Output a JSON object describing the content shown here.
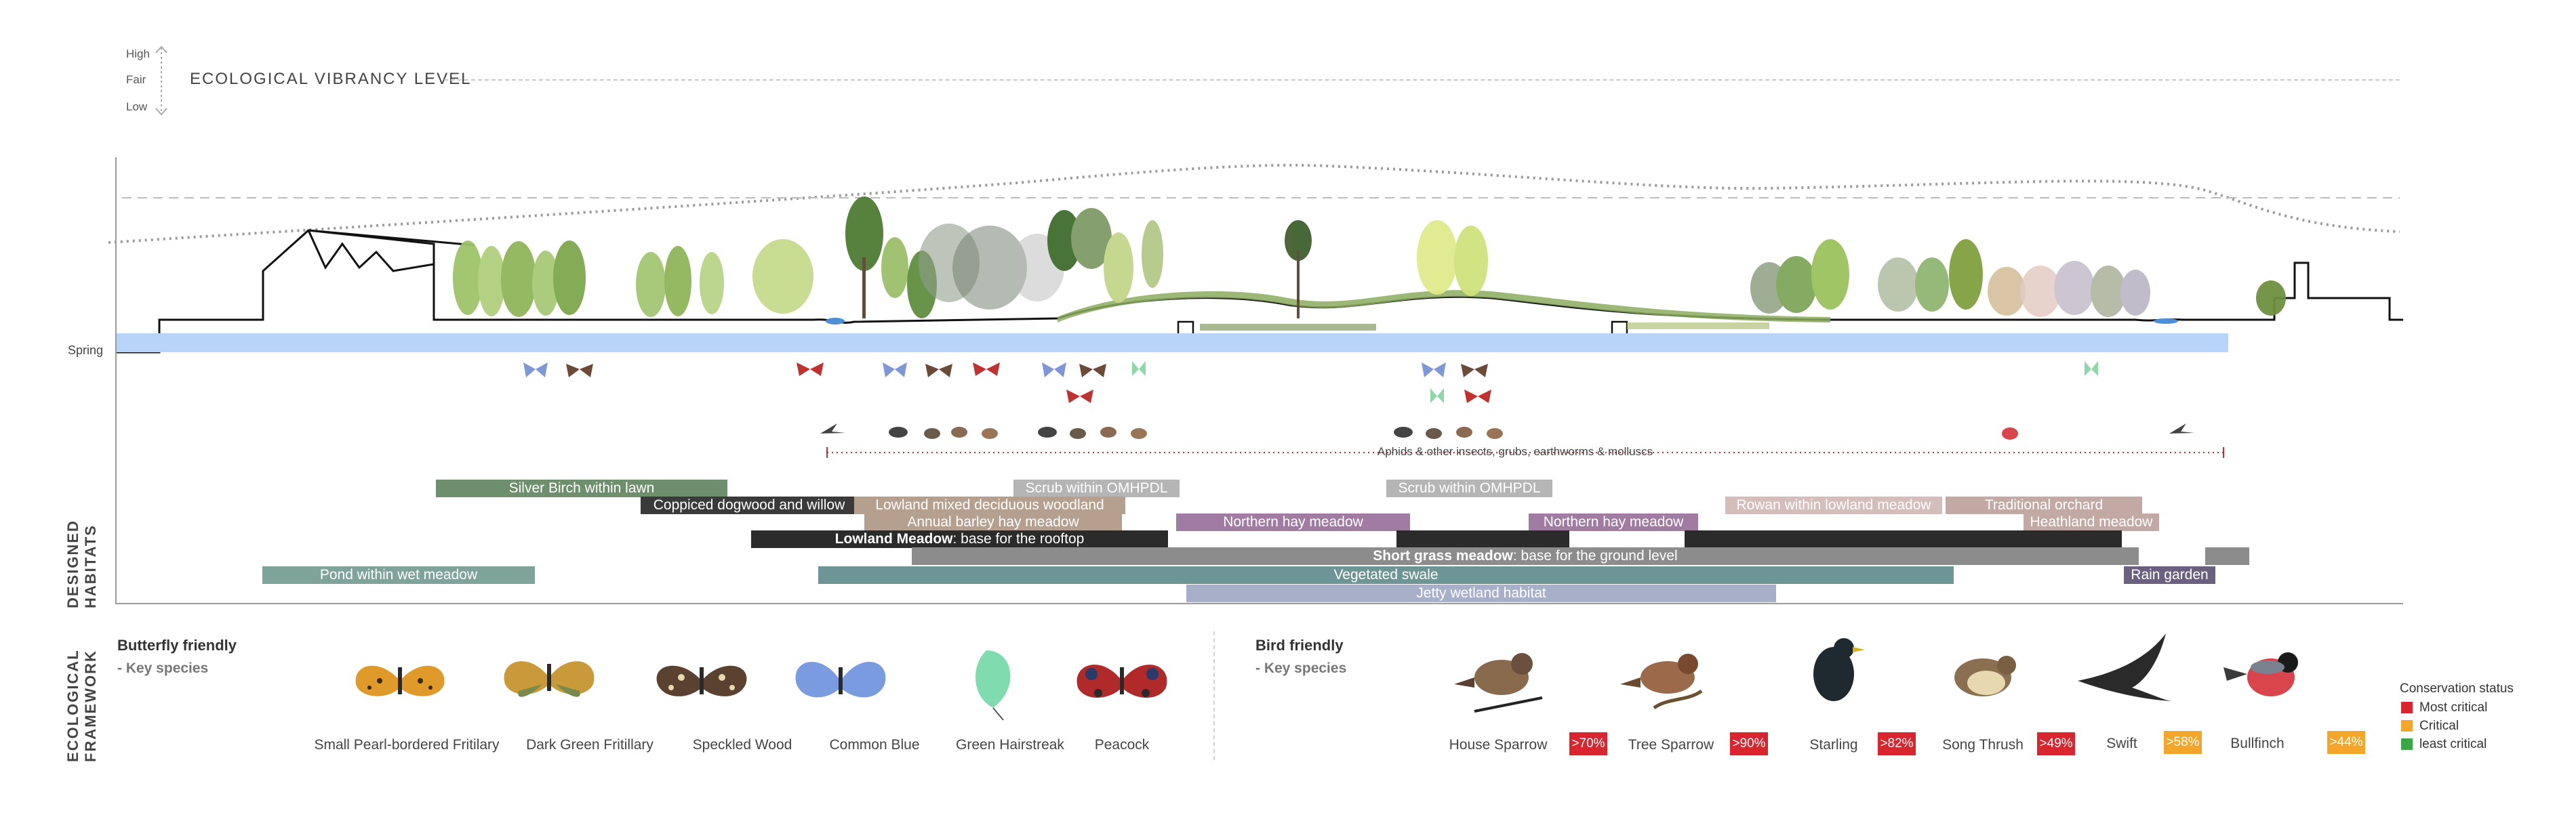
{
  "vibrancy": {
    "title": "ECOLOGICAL VIBRANCY LEVEL",
    "levels": [
      "High",
      "Fair",
      "Low"
    ]
  },
  "spring_label": "Spring",
  "insects_label": "Aphids & other insects, grubs, earthworms & molluscs",
  "designed_habitats_label": [
    "DESIGNED",
    "HABITATS"
  ],
  "ecological_framework_label": [
    "ECOLOGICAL",
    "FRAMEWORK"
  ],
  "habitats": {
    "silver_birch": "Silver Birch within lawn",
    "coppiced": "Coppiced dogwood and willow",
    "scrub1": "Scrub within OMHPDL",
    "lowland_woodland": "Lowland mixed deciduous woodland",
    "scrub2": "Scrub within OMHPDL",
    "rowan": "Rowan within lowland meadow",
    "orchard": "Traditional orchard",
    "barley": "Annual barley hay meadow",
    "northern1": "Northern hay meadow",
    "northern2": "Northern hay meadow",
    "heathland": "Heathland meadow",
    "lowland_meadow_bold": "Lowland Meadow",
    "lowland_meadow_rest": ": base for the rooftop",
    "short_grass_bold": "Short grass meadow",
    "short_grass_rest": ": base for the ground level",
    "pond": "Pond within wet meadow",
    "swale": "Vegetated swale",
    "rain_garden": "Rain garden",
    "jetty": "Jetty wetland habitat"
  },
  "butterflies": {
    "title": "Butterfly friendly",
    "subtitle": "- Key species",
    "species": [
      {
        "name": "Small Pearl-bordered Fritilary"
      },
      {
        "name": "Dark Green Fritillary"
      },
      {
        "name": "Speckled Wood"
      },
      {
        "name": "Common Blue"
      },
      {
        "name": "Green Hairstreak"
      },
      {
        "name": "Peacock"
      }
    ]
  },
  "birds": {
    "title": "Bird friendly",
    "subtitle": "- Key species",
    "species": [
      {
        "name": "House Sparrow",
        "decline": ">70%",
        "status": "Most critical"
      },
      {
        "name": "Tree Sparrow",
        "decline": ">90%",
        "status": "Most critical"
      },
      {
        "name": "Starling",
        "decline": ">82%",
        "status": "Most critical"
      },
      {
        "name": "Song Thrush",
        "decline": ">49%",
        "status": "Most critical"
      },
      {
        "name": "Swift",
        "decline": ">58%",
        "status": "Critical"
      },
      {
        "name": "Bullfinch",
        "decline": ">44%",
        "status": "Critical"
      }
    ]
  },
  "conservation": {
    "title": "Conservation status",
    "items": [
      {
        "label": "Most critical",
        "color": "#d9262e"
      },
      {
        "label": "Critical",
        "color": "#f4a62a"
      },
      {
        "label": "least critical",
        "color": "#3aa745"
      }
    ]
  },
  "colors": {
    "spring_band": "#b8d4f7",
    "green_bar": "#6e8f6e",
    "dark_bar": "#2b2b2b",
    "grey_bar": "#8c8c8c",
    "teal_bar": "#6e9596",
    "lavender_bar": "#a7afc9",
    "purple_bar": "#a27ba3",
    "tan_bar": "#b59f8f",
    "rose_bar": "#c3a9a3"
  }
}
